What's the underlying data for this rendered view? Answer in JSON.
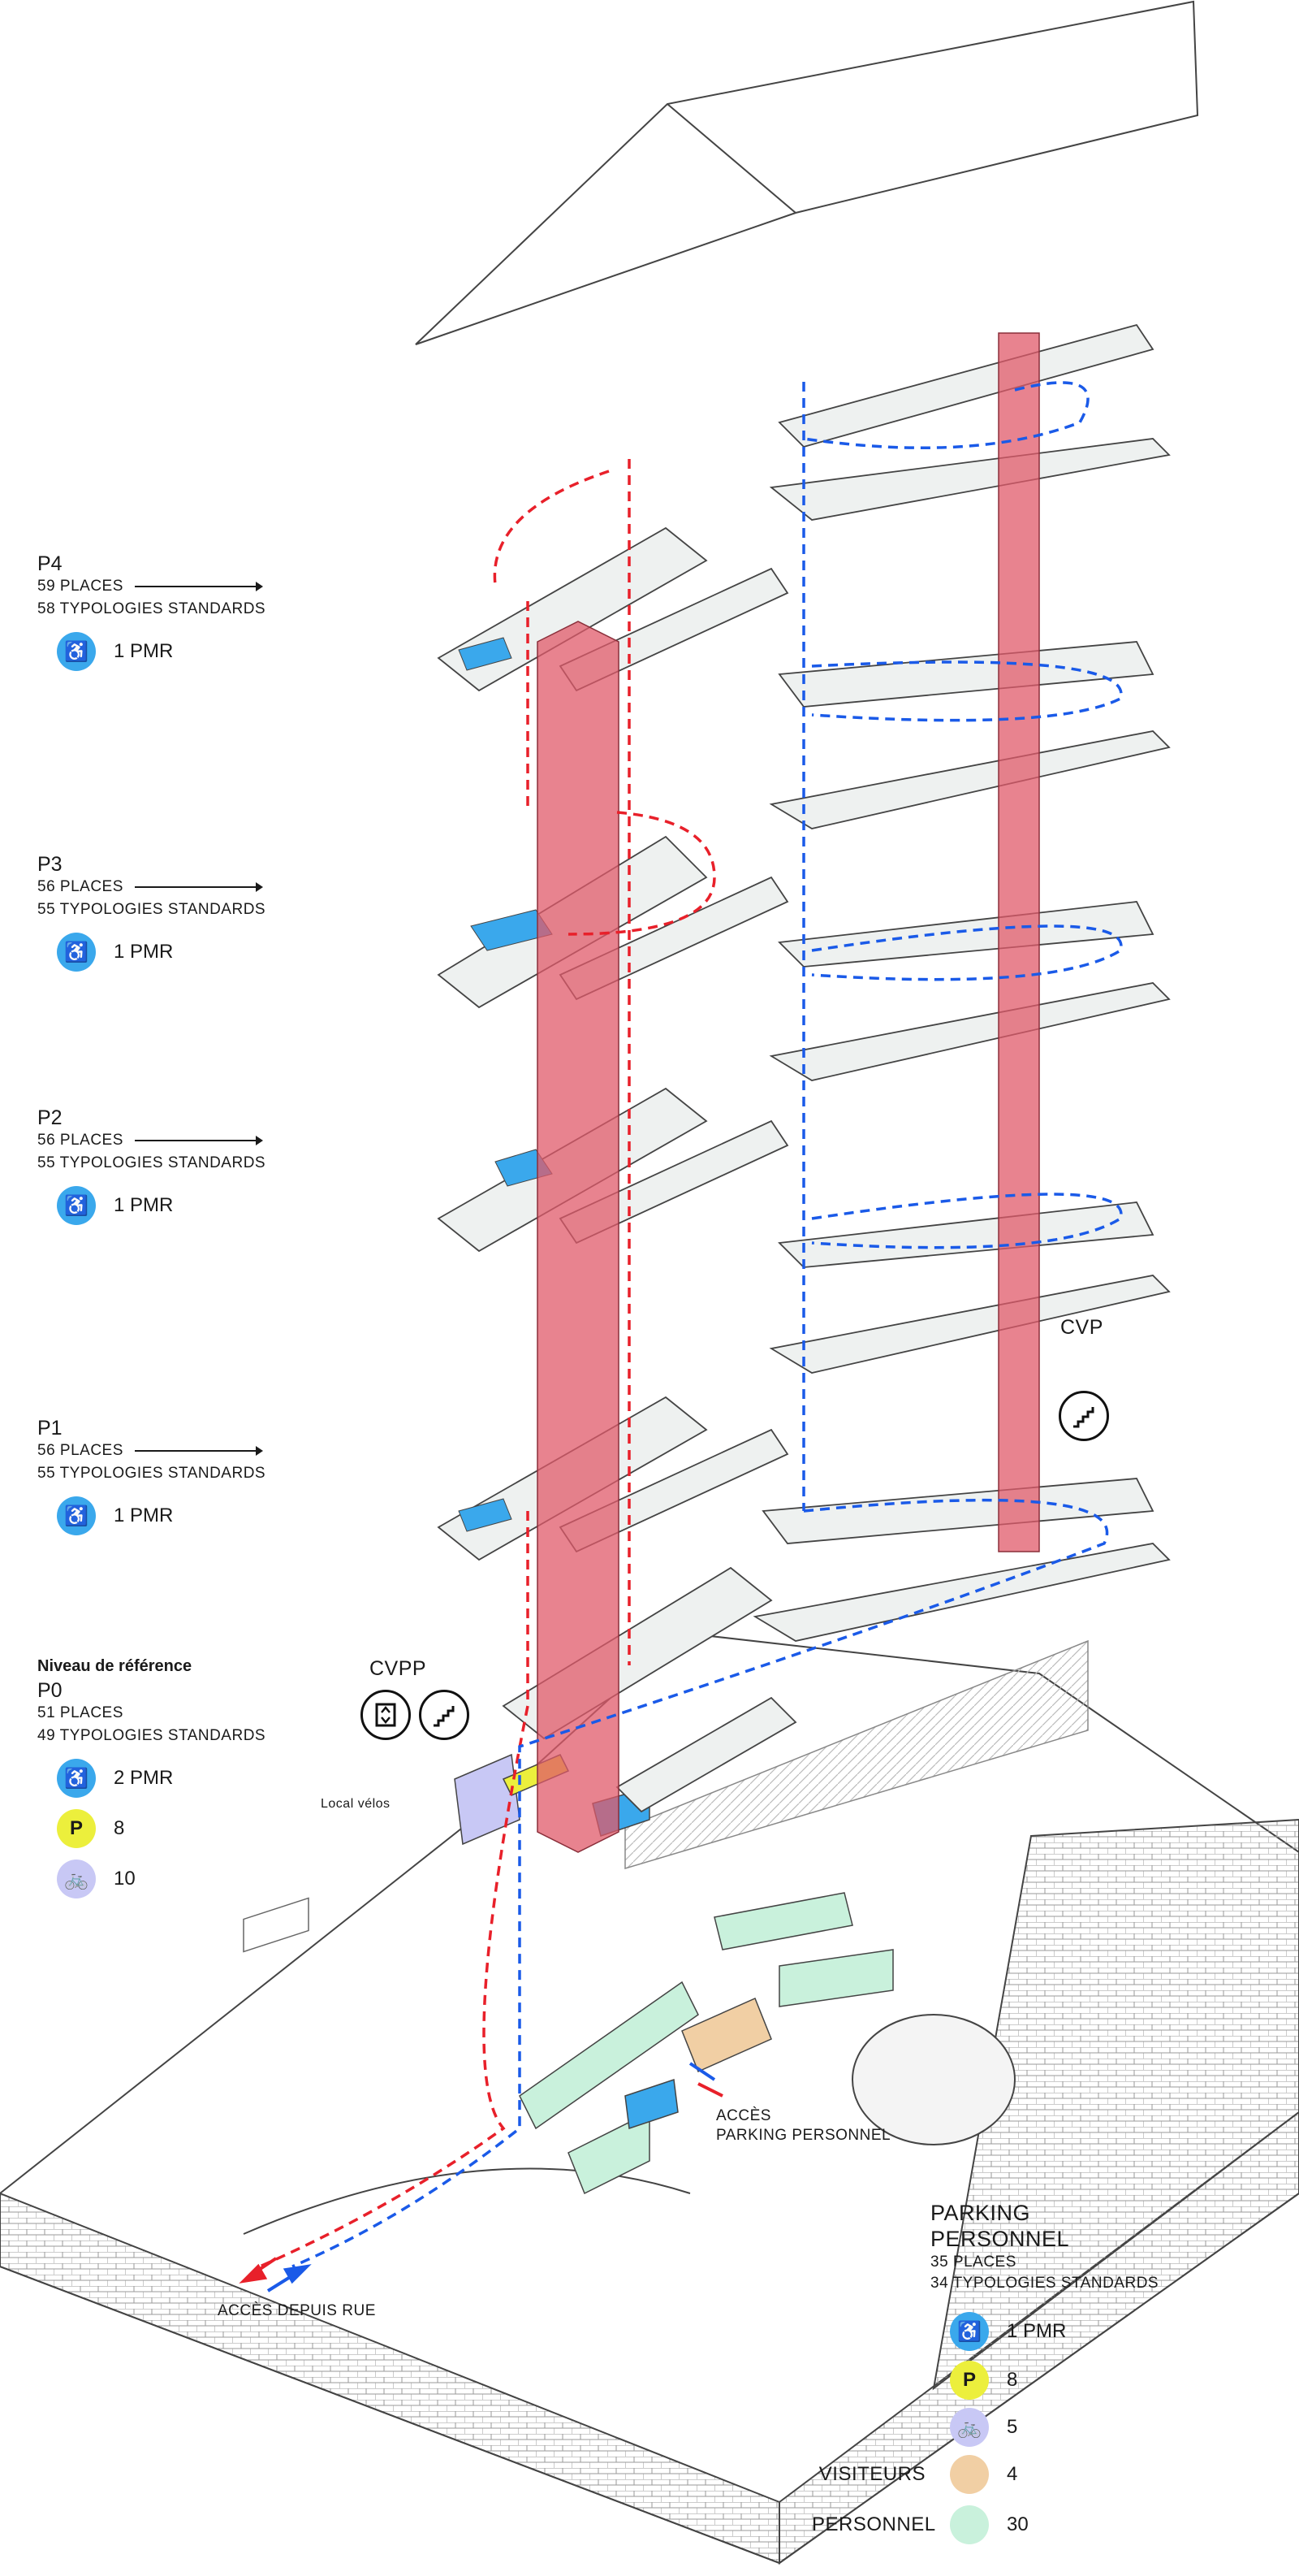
{
  "colors": {
    "vertical_core": "#e05a6a",
    "route_red": "#e8202a",
    "route_blue": "#1a5ae8",
    "pmr": "#3aa8ec",
    "moto": "#ecef3c",
    "velo": "#c8c8f5",
    "visiteurs": "#f1cfa4",
    "personnel": "#c9f1dc",
    "slab": "#dfe4e2",
    "line": "#333333"
  },
  "icons": {
    "pmr": "wheelchair-icon",
    "moto": "motorcycle-parking-icon",
    "velo": "bicycle-parking-icon",
    "cvp": "stairs-icon",
    "cvpp": "elevator-icon"
  },
  "levels": [
    {
      "code": "P4",
      "places": "59 PLACES",
      "standards": "58 TYPOLOGIES STANDARDS",
      "pmr": "1 PMR"
    },
    {
      "code": "P3",
      "places": "56 PLACES",
      "standards": "55 TYPOLOGIES STANDARDS",
      "pmr": "1 PMR"
    },
    {
      "code": "P2",
      "places": "56 PLACES",
      "standards": "55 TYPOLOGIES STANDARDS",
      "pmr": "1 PMR"
    },
    {
      "code": "P1",
      "places": "56 PLACES",
      "standards": "55 TYPOLOGIES STANDARDS",
      "pmr": "1 PMR"
    }
  ],
  "reference_level": {
    "heading": "Niveau de référence",
    "code": "P0",
    "places": "51 PLACES",
    "standards": "49 TYPOLOGIES STANDARDS",
    "pmr": "2 PMR",
    "moto": "8",
    "velo": "10"
  },
  "labels": {
    "cvp": "CVP",
    "cvpp": "CVPP",
    "local_velos": "Local vélos",
    "acces_rue": "ACCÈS DEPUIS RUE",
    "acces_personnel_1": "ACCÈS",
    "acces_personnel_2": "PARKING PERSONNEL"
  },
  "parking_personnel": {
    "title_1": "PARKING",
    "title_2": "PERSONNEL",
    "places": "35 PLACES",
    "standards": "34 TYPOLOGIES STANDARDS",
    "pmr": "1 PMR",
    "moto": "8",
    "velo": "5",
    "visiteurs_label": "VISITEURS",
    "visiteurs": "4",
    "personnel_label": "PERSONNEL",
    "personnel": "30"
  }
}
